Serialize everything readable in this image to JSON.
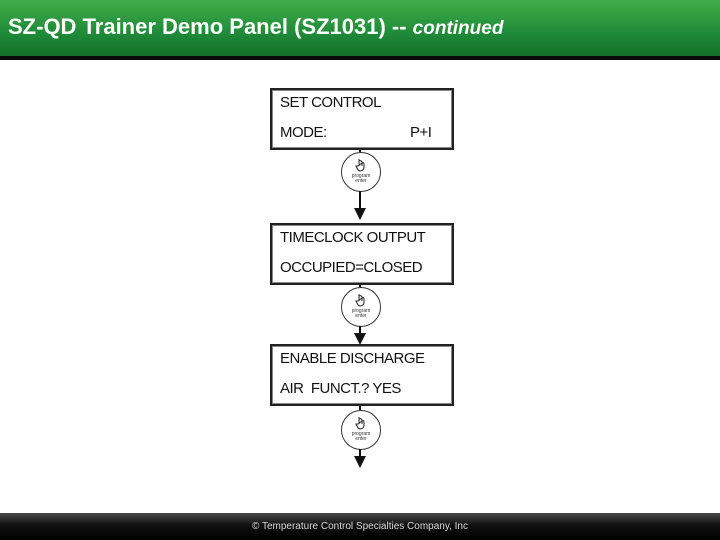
{
  "header": {
    "title": "SZ-QD Trainer Demo Panel (SZ1031) --",
    "subtitle": "continued"
  },
  "screens": [
    {
      "line1": "SET CONTROL",
      "line2": "MODE:",
      "line2_value": "P+I"
    },
    {
      "line1": "TIMECLOCK OUTPUT",
      "line2": "OCCUPIED=CLOSED",
      "line2_value": ""
    },
    {
      "line1": "ENABLE DISCHARGE",
      "line2": "AIR  FUNCT.? YES",
      "line2_value": ""
    }
  ],
  "buttons": [
    {
      "icon": "hand-press-icon"
    },
    {
      "icon": "hand-press-icon"
    },
    {
      "icon": "hand-press-icon"
    }
  ],
  "footer": {
    "copyright": "© Temperature Control Specialties Company, Inc"
  },
  "colors": {
    "header_green": "#1f8a38",
    "footer_black": "#000000"
  }
}
